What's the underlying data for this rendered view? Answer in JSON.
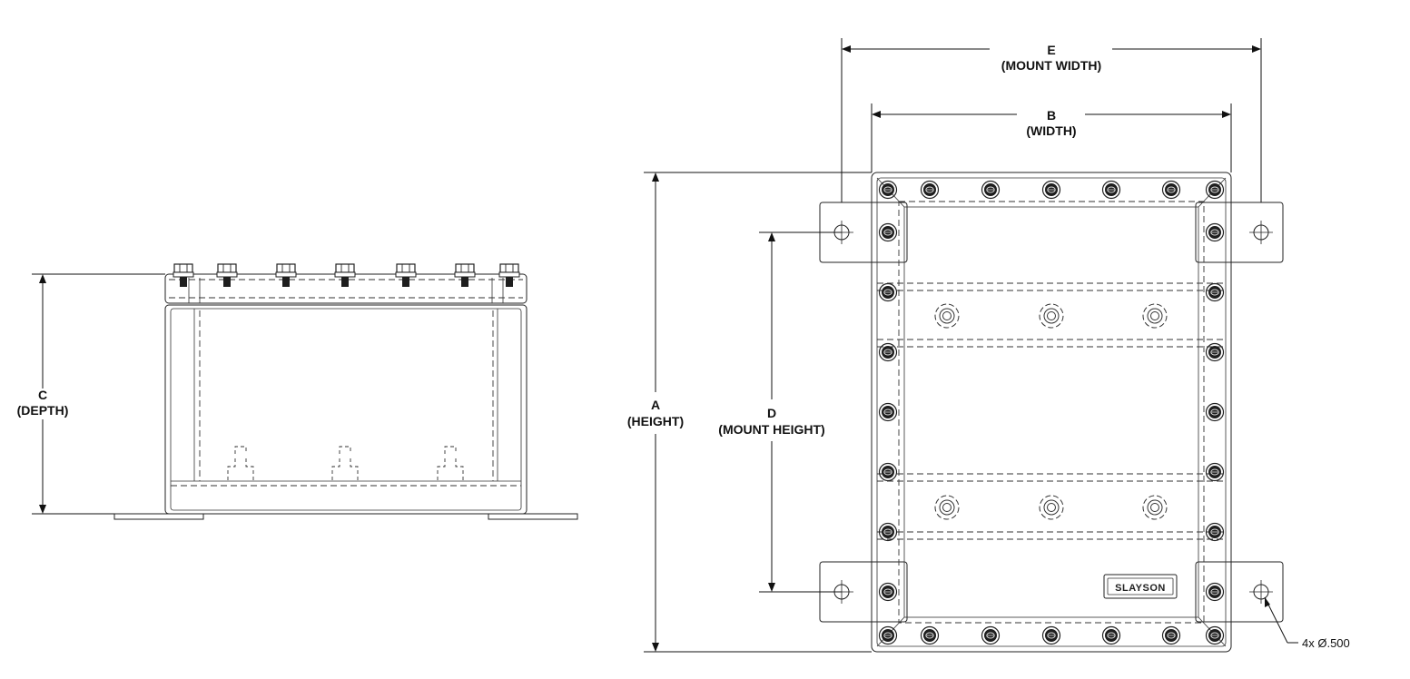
{
  "dimensions": {
    "a_letter": "A",
    "a_name": "(HEIGHT)",
    "b_letter": "B",
    "b_name": "(WIDTH)",
    "c_letter": "C",
    "c_name": "(DEPTH)",
    "d_letter": "D",
    "d_name": "(MOUNT HEIGHT)",
    "e_letter": "E",
    "e_name": "(MOUNT WIDTH)"
  },
  "callouts": {
    "holes": "4x Ø.500"
  },
  "brand": {
    "logo_text": "SLAYSON"
  }
}
